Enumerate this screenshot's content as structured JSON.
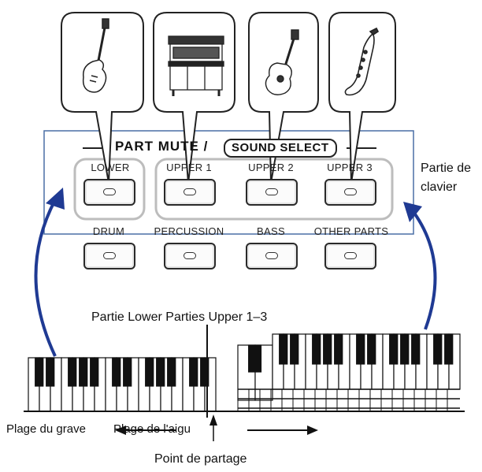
{
  "panel": {
    "title": "PART MUTE /",
    "sound_select": "SOUND SELECT",
    "top_buttons": [
      "LOWER",
      "UPPER 1",
      "UPPER 2",
      "UPPER 3"
    ],
    "bottom_buttons": [
      "DRUM",
      "PERCUSSION",
      "BASS",
      "OTHER PARTS"
    ]
  },
  "icons": [
    "electric-guitar-icon",
    "piano-icon",
    "acoustic-guitar-icon",
    "saxophone-icon"
  ],
  "labels": {
    "keyboard_part_line1": "Partie de",
    "keyboard_part_line2": "clavier",
    "parts_caption": "Partie Lower Parties Upper 1–3",
    "bass_range": "Plage du grave",
    "treble_range": "Plage de l'aigu",
    "split_point": "Point de partage"
  },
  "colors": {
    "accent_arrow": "#1f3a93",
    "panel_border": "#4a6fa5",
    "outline": "#222222"
  }
}
